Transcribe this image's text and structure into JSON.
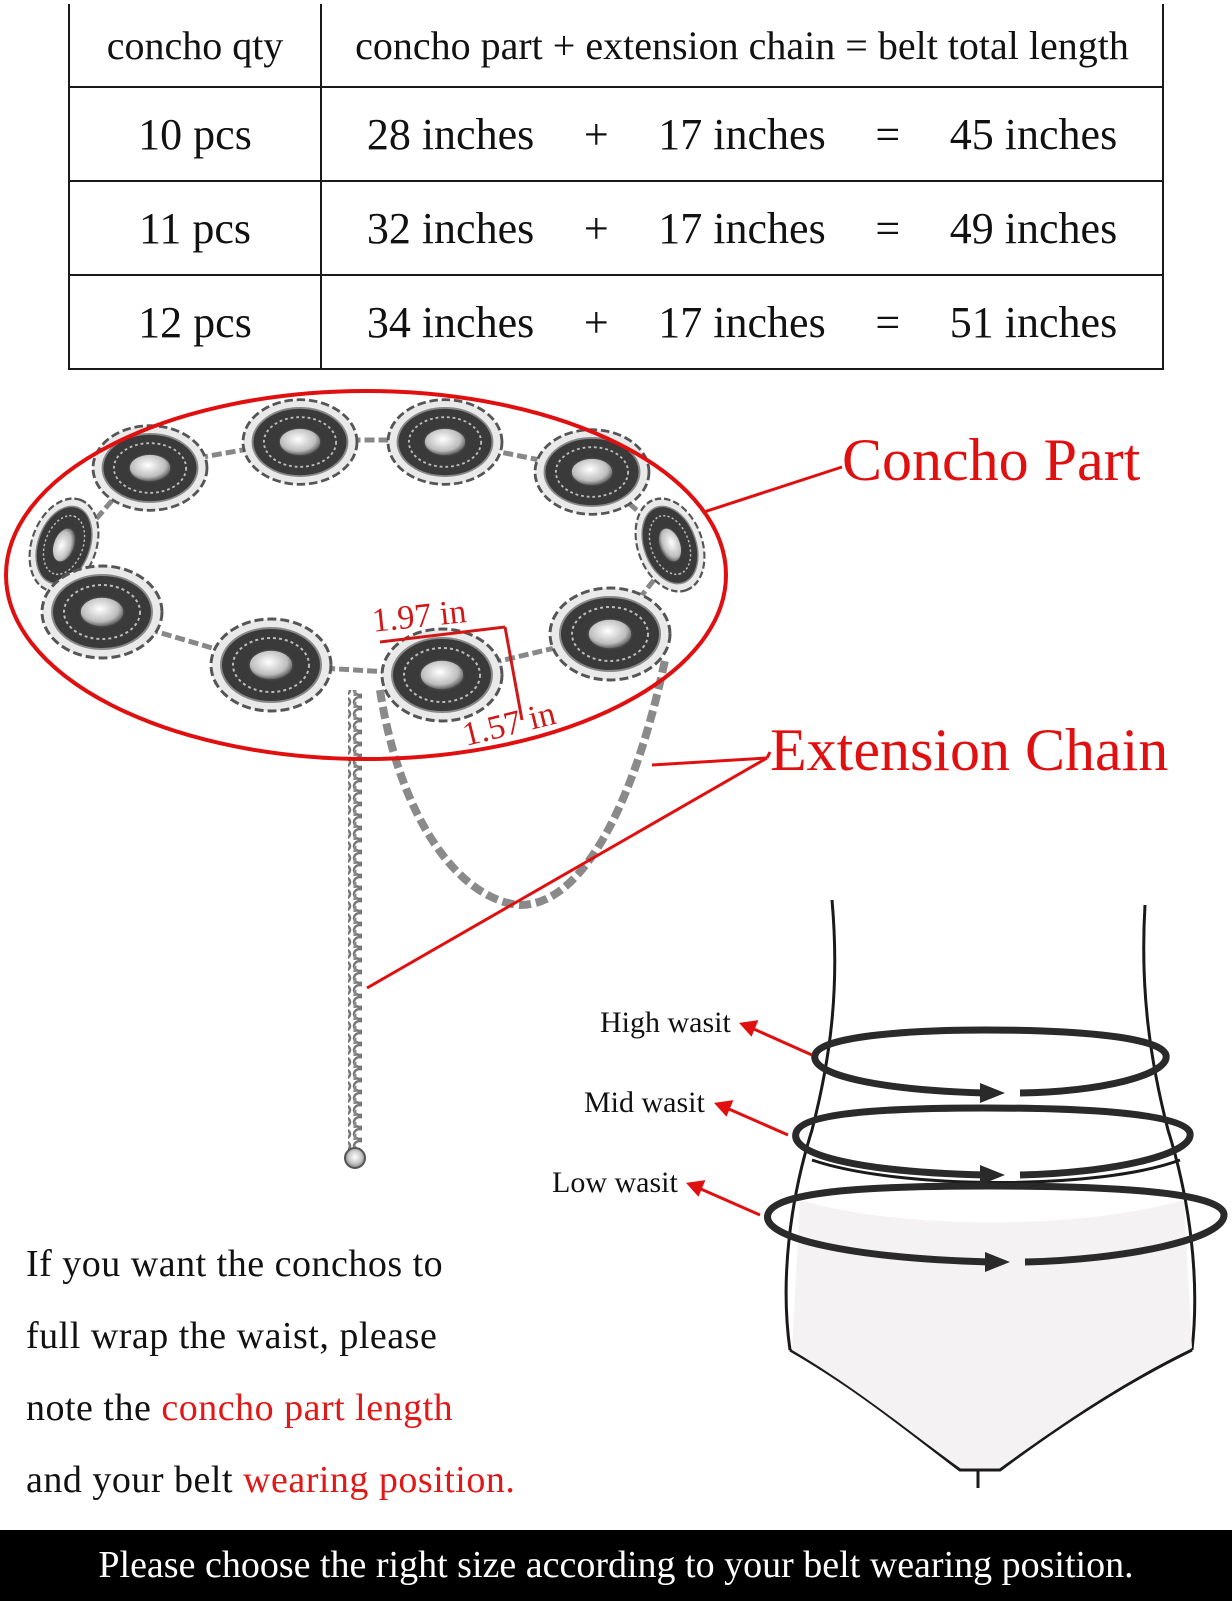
{
  "size_table": {
    "headers": {
      "qty": "concho qty",
      "formula": "concho part  + extension chain = belt total length"
    },
    "rows": [
      {
        "qty": "10 pcs",
        "concho_part": "28 inches",
        "plus": "+",
        "extension": "17 inches",
        "equals": "=",
        "total": "45 inches"
      },
      {
        "qty": "11 pcs",
        "concho_part": "32 inches",
        "plus": "+",
        "extension": "17 inches",
        "equals": "=",
        "total": "49 inches"
      },
      {
        "qty": "12 pcs",
        "concho_part": "34 inches",
        "plus": "+",
        "extension": "17 inches",
        "equals": "=",
        "total": "51 inches"
      }
    ]
  },
  "callouts": {
    "concho_part": "Concho Part",
    "extension_chain": "Extension Chain",
    "dim_width": "1.97 in",
    "dim_height": "1.57 in"
  },
  "waist_positions": {
    "high": "High wasit",
    "mid": "Mid wasit",
    "low": "Low wasit"
  },
  "note": {
    "line1": "If you want the conchos to",
    "line2": "full wrap the waist, please",
    "line3_prefix": "note the ",
    "line3_highlight": "concho part length",
    "line4_prefix": "and your belt ",
    "line4_highlight": "wearing position."
  },
  "banner": "Please choose the right size according to your belt wearing position.",
  "colors": {
    "accent_red": "#e01010",
    "banner_bg": "#000000",
    "text": "#111111"
  }
}
